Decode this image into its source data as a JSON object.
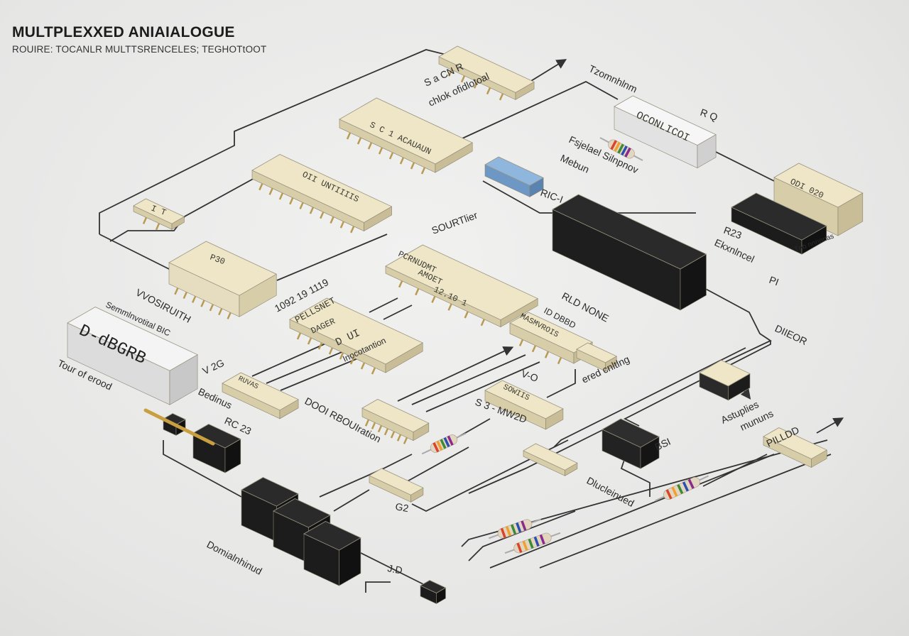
{
  "header": {
    "title": "MULTPLEXXED ANIAIALOGUE",
    "subtitle": "ROUIRE: TOCANLR MULTTSRENCELES;  TEGHOTtOOT"
  },
  "labels": {
    "top_chip_a": "S a CN R",
    "top_chip_b": "chlok ofidlotoal",
    "tzomnhlnm": "Tzomnhlnm",
    "white_box": "OCONLICOI",
    "r_q": "R Q",
    "fsjelael": "Fsjelael Silnpnov",
    "mebun": "Mebun",
    "odi": "ODI 020",
    "r23": "R23",
    "ekxnlncel": "Ekxnlncel",
    "pi": "PI",
    "tnb": "Tnb nnnnnas",
    "ric": "RIC-I",
    "sourtlier": "SOURTlier",
    "center_chip_a": "PCRNUDMT",
    "center_chip_b": "AMOET",
    "center_chip_c": "12.10 1",
    "chip_sc": "S C 1 ACAUAUN",
    "chip_oii": "OII UNTIIIIS",
    "p30": "P30",
    "it": "I T",
    "vvosiruith": "VVOSIRUITH",
    "semml": "Semmlnvotital BIC",
    "dbox": "D-dBGRB",
    "tour": "Tour of erood",
    "num1092": "1092 19 1119",
    "pellsnet": "PELLSNET",
    "dager": "DAGER",
    "dui": "D UI",
    "inocot": "Inocotantion",
    "rld": "RLD NONE",
    "iddbbd": "ID DBBD",
    "masm": "MASMVROIS",
    "ered": "ered cnltlng",
    "vo": "V-O",
    "sowiis": "SOWIIS",
    "s3": "S 3 - MW2D",
    "dieor": "DIIEOR",
    "astuplies": "Astuplies",
    "mununs": "mununs",
    "pilldd": "PILLDD",
    "bsi": "BSI",
    "dlucle": "Dlucleinued",
    "v2g": "V 2G",
    "ruvas": "RUVAS",
    "bedinus": "Bedinus",
    "rc23": "RC 23",
    "dooi": "DOOI RBOUIration",
    "g2": "G2",
    "domial": "Domialnhinud",
    "jd": "J.D"
  }
}
